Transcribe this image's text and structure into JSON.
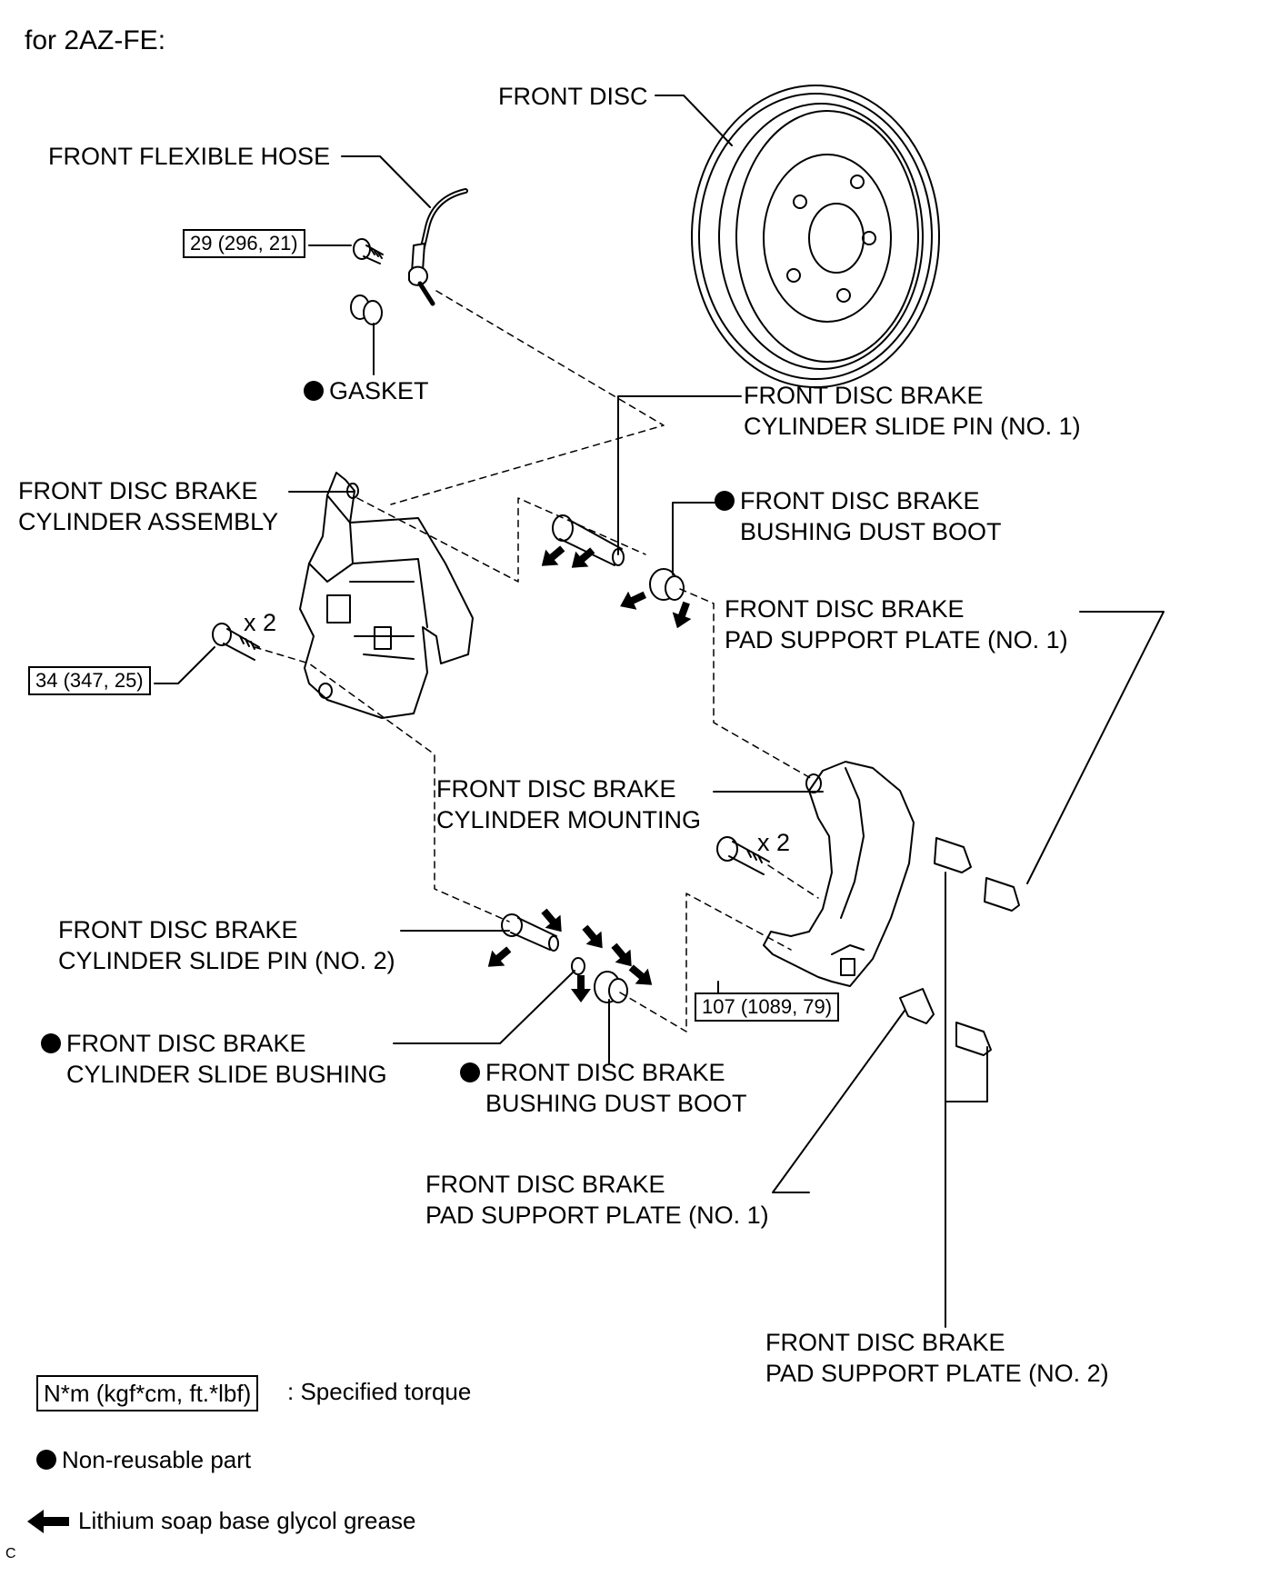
{
  "header": {
    "title": "for 2AZ-FE:"
  },
  "labels": {
    "front_disc": "FRONT DISC",
    "flexible_hose": "FRONT FLEXIBLE HOSE",
    "gasket": "GASKET",
    "slide_pin_1": [
      "FRONT DISC BRAKE",
      "CYLINDER SLIDE PIN (NO. 1)"
    ],
    "cylinder_assembly": [
      "FRONT DISC BRAKE",
      "CYLINDER ASSEMBLY"
    ],
    "dust_boot_top": [
      "FRONT DISC BRAKE",
      "BUSHING DUST BOOT"
    ],
    "pad_plate_1_top": [
      "FRONT DISC BRAKE",
      "PAD SUPPORT PLATE (NO. 1)"
    ],
    "cylinder_mounting": [
      "FRONT DISC BRAKE",
      "CYLINDER MOUNTING"
    ],
    "slide_pin_2": [
      "FRONT DISC BRAKE",
      "CYLINDER SLIDE PIN (NO. 2)"
    ],
    "slide_bushing": [
      "FRONT DISC BRAKE",
      "CYLINDER SLIDE BUSHING"
    ],
    "dust_boot_bottom": [
      "FRONT DISC BRAKE",
      "BUSHING DUST BOOT"
    ],
    "pad_plate_1_bottom": [
      "FRONT DISC BRAKE",
      "PAD SUPPORT PLATE (NO. 1)"
    ],
    "pad_plate_2": [
      "FRONT DISC BRAKE",
      "PAD SUPPORT PLATE (NO. 2)"
    ],
    "multiplier": "x 2"
  },
  "torque_values": {
    "hose_bolt": "29 (296, 21)",
    "cylinder_bolt": "34 (347, 25)",
    "mounting_bolt": "107 (1089, 79)"
  },
  "legend": {
    "torque_box": "N*m (kgf*cm, ft.*lbf)",
    "torque_text": ": Specified torque",
    "non_reusable": "Non-reusable part",
    "grease": "Lithium soap base glycol grease"
  },
  "corner_mark": "C"
}
